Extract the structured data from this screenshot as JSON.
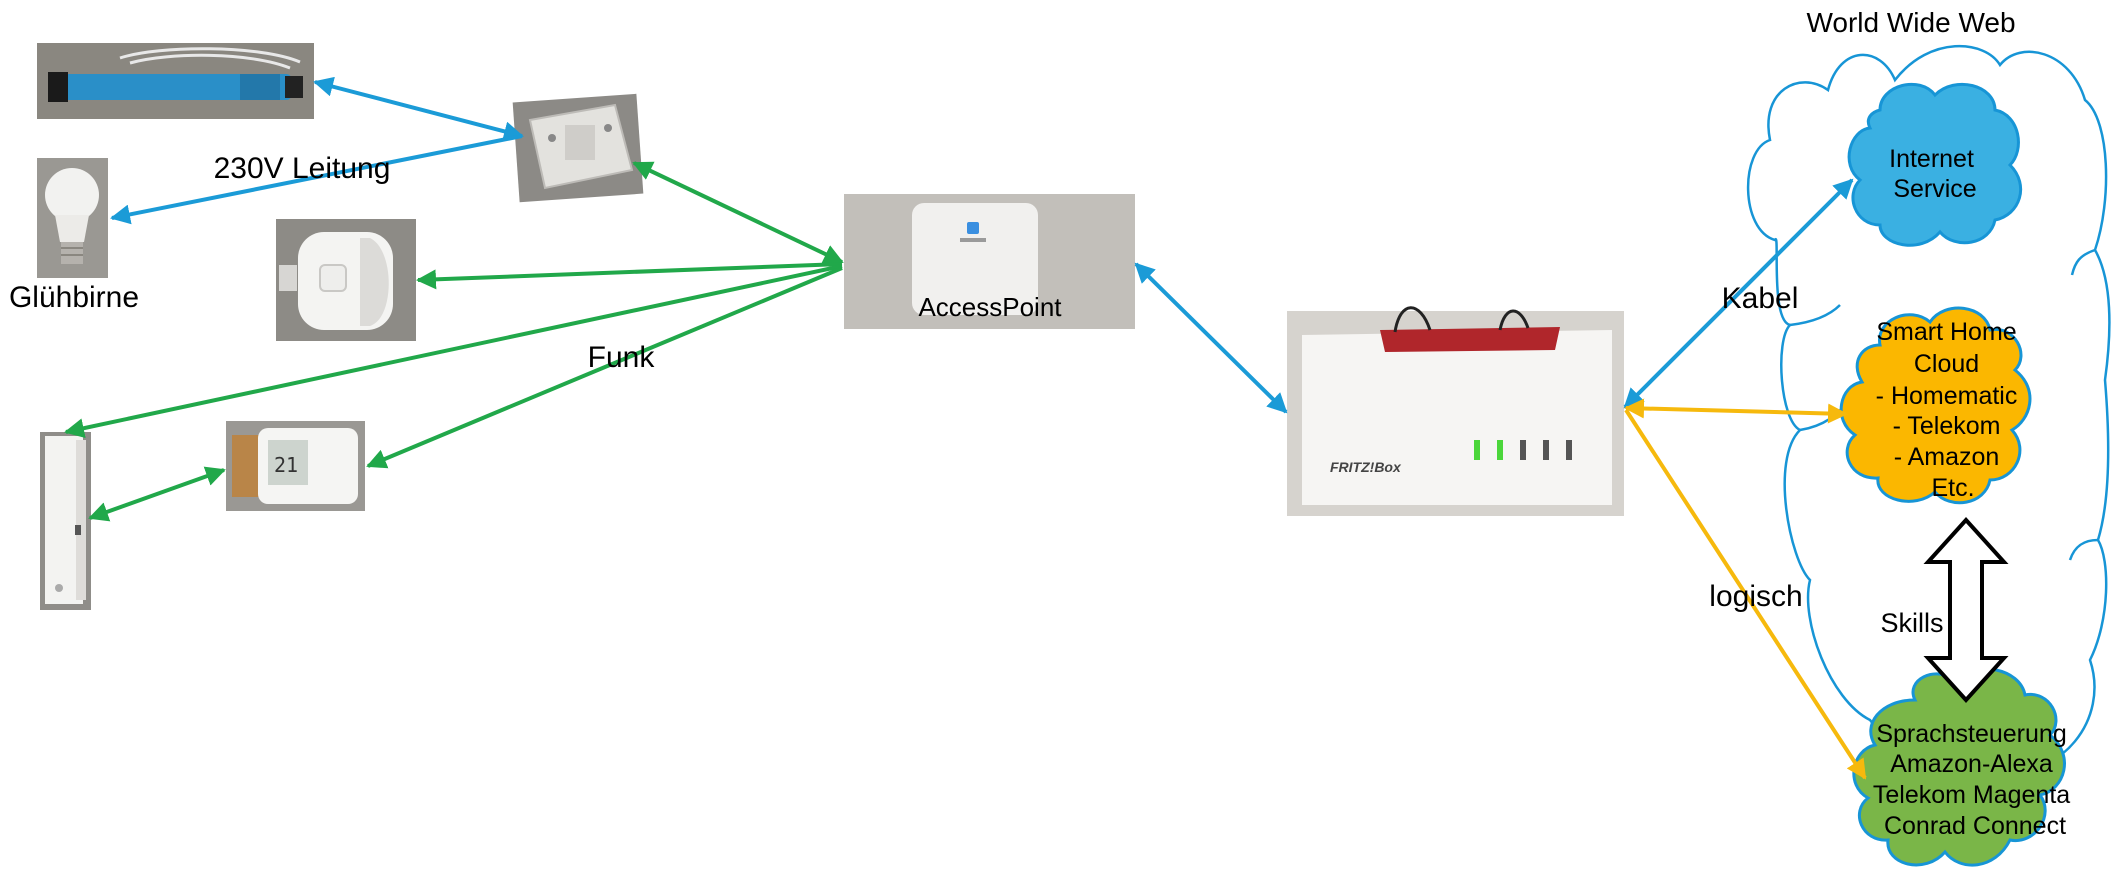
{
  "labels": {
    "world_wide_web": "World Wide Web",
    "leitung": "230V Leitung",
    "gluehbirne": "Glühbirne",
    "funk": "Funk",
    "access_point": "AccessPoint",
    "kabel": "Kabel",
    "logisch": "logisch",
    "skills": "Skills"
  },
  "clouds": {
    "internet": [
      "Internet",
      "Service"
    ],
    "smart_home": [
      "Smart Home",
      "Cloud",
      "- Homematic",
      "- Telekom",
      "- Amazon",
      "Etc."
    ],
    "voice": [
      "Sprachsteuerung",
      "Amazon-Alexa",
      "Telekom Magenta",
      "Conrad Connect"
    ]
  },
  "router": {
    "brand": "FRITZ!Box"
  },
  "colors": {
    "blue_link": "#1b9bd7",
    "green_link": "#21a84a",
    "yellow_link": "#f6b90d",
    "cloud_blue": "#3ab0e2",
    "cloud_yellow": "#fbb700",
    "cloud_green": "#7ab648",
    "cloud_outline": "#1795d6"
  }
}
